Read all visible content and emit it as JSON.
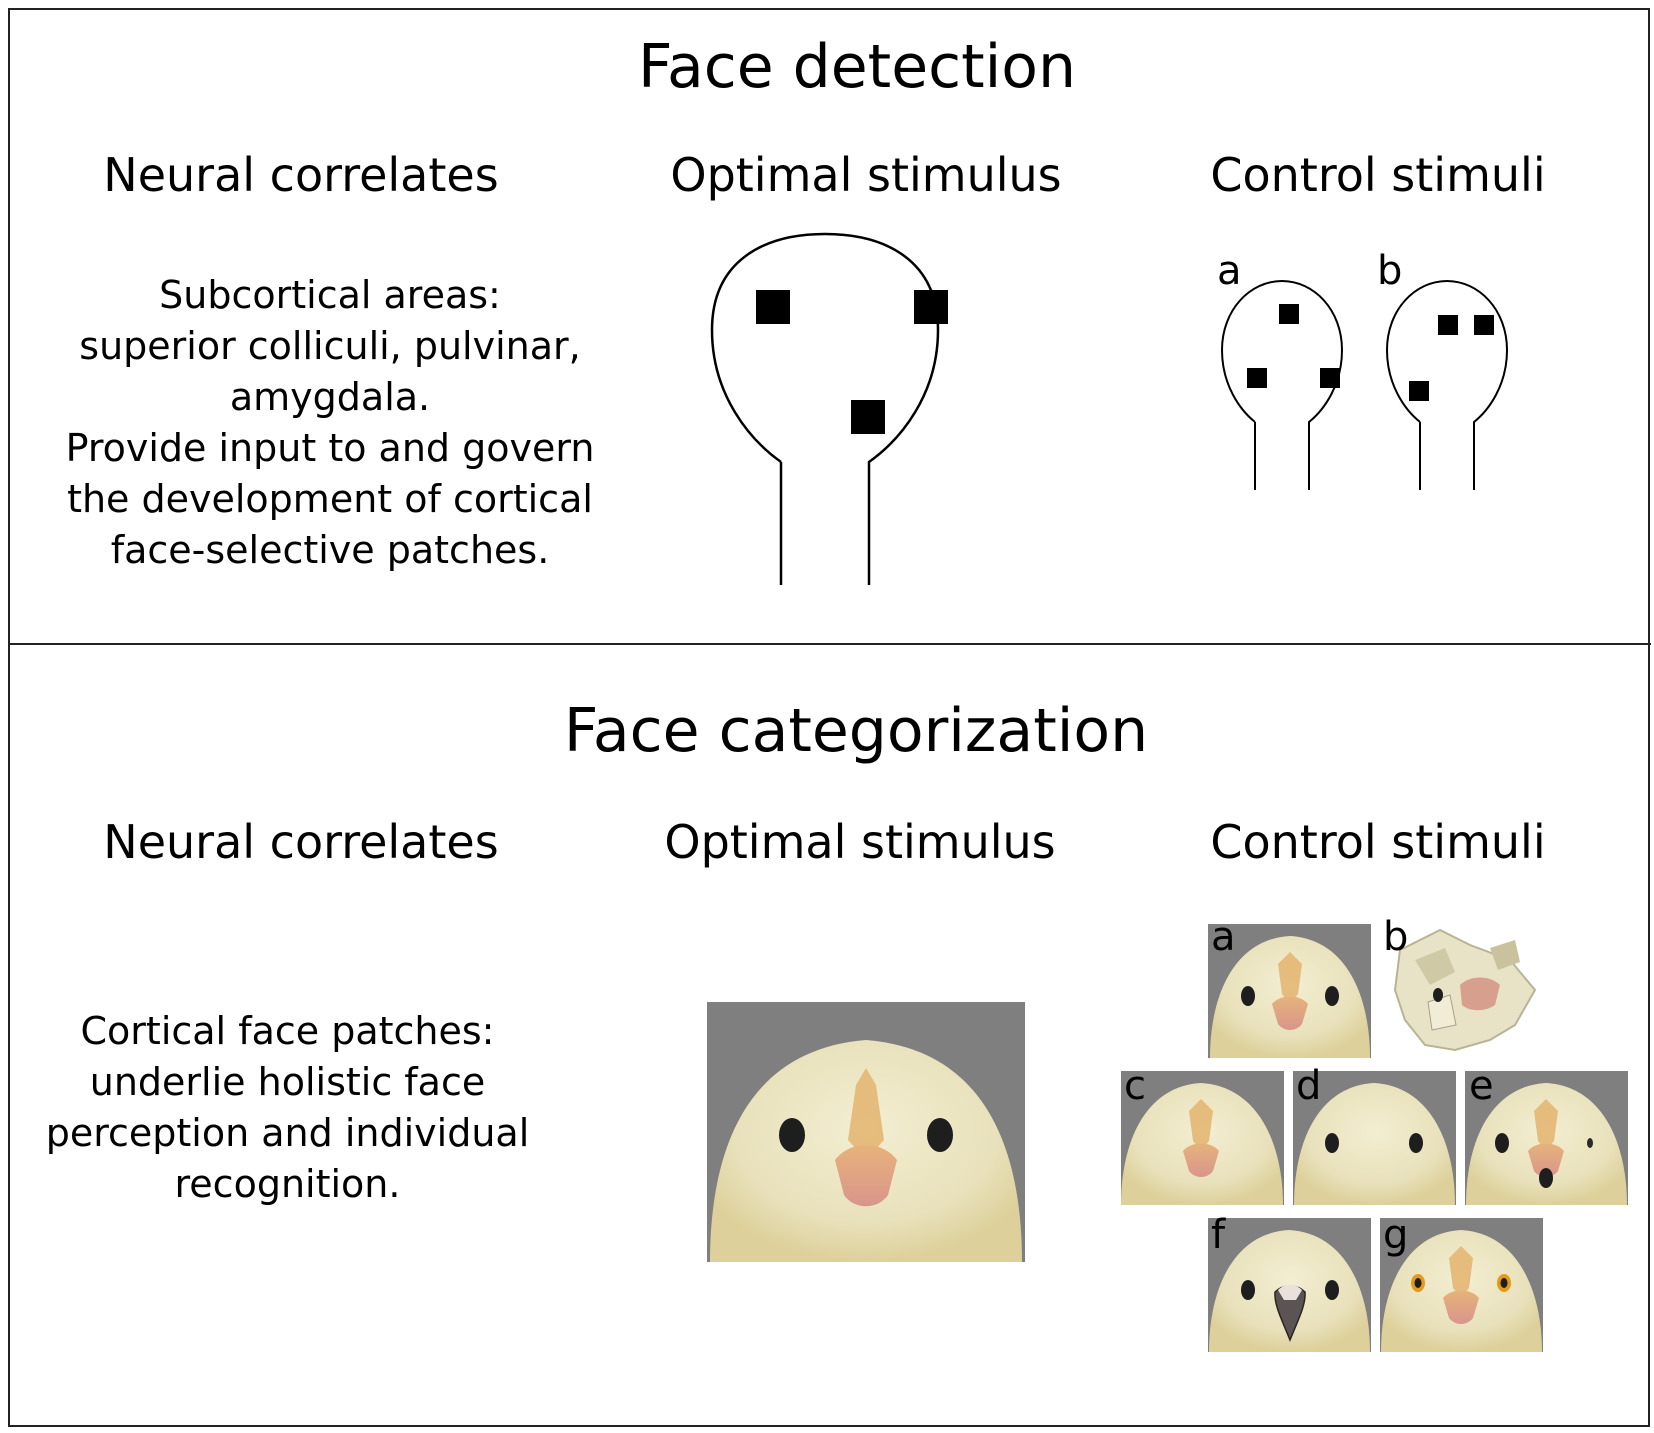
{
  "detection": {
    "title": "Face detection",
    "col1": "Neural correlates",
    "col2": "Optimal stimulus",
    "col3": "Control stimuli",
    "desc": [
      "Subcortical areas:",
      "superior colliculi, pulvinar,",
      "amygdala.",
      "Provide input to and govern",
      "the development of cortical",
      "face-selective patches."
    ],
    "control_labels": [
      "a",
      "b"
    ]
  },
  "categorization": {
    "title": "Face categorization",
    "col1": "Neural correlates",
    "col2": "Optimal stimulus",
    "col3": "Control stimuli",
    "desc": [
      "Cortical face patches:",
      "underlie holistic face",
      "perception and individual",
      "recognition."
    ],
    "control_labels": [
      "a",
      "b",
      "c",
      "d",
      "e",
      "f",
      "g"
    ]
  },
  "colors": {
    "photo_background": "#7f7f7f",
    "feather": "#ece6c4",
    "beak": "#d9a07c",
    "eye": "#1e1e1e",
    "stroke": "#000000"
  }
}
